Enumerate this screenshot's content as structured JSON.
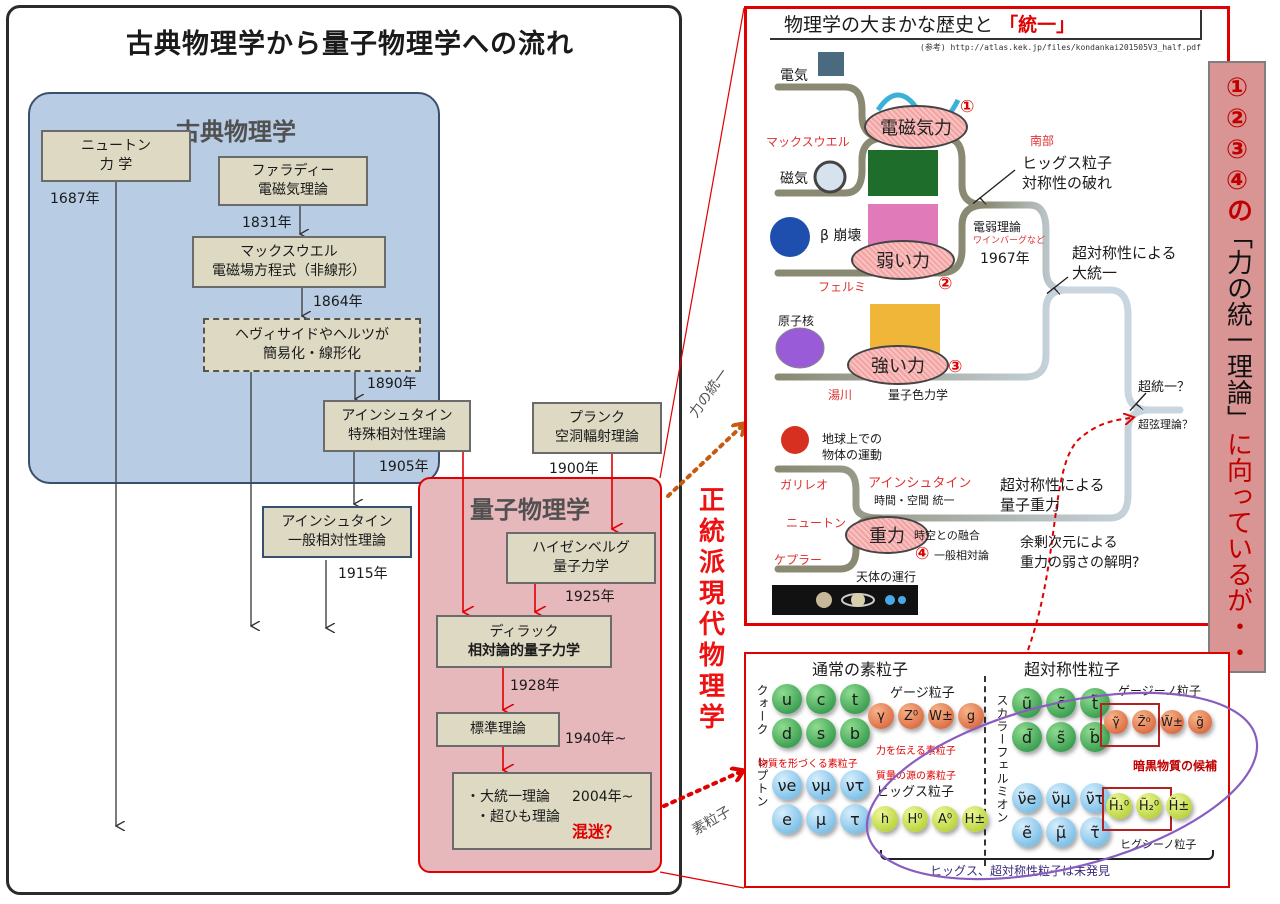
{
  "main_title": "古典物理学から量子物理学への流れ",
  "classical": {
    "title": "古典物理学",
    "boxes": {
      "newton": [
        "ニュートン",
        "力 学"
      ],
      "faraday": [
        "ファラディー",
        "電磁気理論"
      ],
      "maxwell": [
        "マックスウエル",
        "電磁場方程式（非線形）"
      ],
      "heaviside": [
        "ヘヴィサイドやヘルツが",
        "簡易化・線形化"
      ],
      "special_rel": [
        "アインシュタイン",
        "特殊相対性理論"
      ],
      "general_rel": [
        "アインシュタイン",
        "一般相対性理論"
      ],
      "planck": [
        "プランク",
        "空洞輻射理論"
      ]
    },
    "years": {
      "newton": "1687年",
      "faraday": "1831年",
      "maxwell": "1864年",
      "heaviside": "1890年",
      "special_rel": "1905年",
      "general_rel": "1915年",
      "planck": "1900年"
    }
  },
  "quantum": {
    "title": "量子物理学",
    "boxes": {
      "heisenberg": [
        "ハイゼンベルグ",
        "量子力学"
      ],
      "dirac": [
        "ディラック",
        "相対論的量子力学"
      ],
      "standard": "標準理論",
      "gut": [
        "・大統一理論",
        "・超ひも理論"
      ]
    },
    "years": {
      "heisenberg": "1925年",
      "dirac": "1928年",
      "standard": "1940年~",
      "gut": "2004年~"
    },
    "confusion": "混迷？"
  },
  "vertical_label": "正統派現代物理学",
  "arrow_labels": {
    "force_unification": "力の統一",
    "elementary_particles": "素粒子"
  },
  "history": {
    "title_prefix": "物理学の大まかな歴史と",
    "title_highlight": "「統一」",
    "reference": "(参考) http://atlas.kek.jp/files/kondankai201505V3_half.pdf",
    "labels": {
      "electricity": "電気",
      "magnetism": "磁気",
      "maxwell": "マックスウエル",
      "em_force": "電磁気力",
      "nambu": "南部",
      "higgs": "ヒッグス粒子",
      "symmetry_breaking": "対称性の破れ",
      "beta_decay": "β 崩壊",
      "weak_force": "弱い力",
      "fermi": "フェルミ",
      "electroweak": "電弱理論",
      "weinberg": "ワインバーグなど",
      "year_1967": "1967年",
      "susy_gut_1": "超対称性による",
      "susy_gut_2": "大統一",
      "nucleus": "原子核",
      "strong_force": "強い力",
      "yukawa": "湯川",
      "qcd": "量子色力学",
      "super_unification": "超統一？",
      "superstring": "超弦理論？",
      "earth_motion_1": "地球上での",
      "earth_motion_2": "物体の運動",
      "galileo": "ガリレオ",
      "einstein": "アインシュタイン",
      "spacetime": "時間・空間  統一",
      "susy_qg_1": "超対称性による",
      "susy_qg_2": "量子重力",
      "newton": "ニュートン",
      "gravity": "重力",
      "fusion": "時空との融合",
      "general_rel": "一般相対論",
      "extra_dim_1": "余剰次元による",
      "extra_dim_2": "重力の弱さの解明?",
      "kepler": "ケプラー",
      "celestial": "天体の運行"
    },
    "markers": [
      "①",
      "②",
      "③",
      "④"
    ]
  },
  "side_banner": {
    "markers": [
      "①",
      "②",
      "③",
      "④"
    ],
    "part1": "の",
    "part2": "「力の統一理論」",
    "part3": "に向っているが・・"
  },
  "particles": {
    "normal_title": "通常の素粒子",
    "susy_title": "超対称性粒子",
    "quark_label": "クォーク",
    "lepton_label": "レプトン",
    "scalar_label": "スカラーフェルミオン",
    "quarks": [
      "u",
      "c",
      "t",
      "d",
      "s",
      "b"
    ],
    "leptons": [
      "νe",
      "νμ",
      "ντ",
      "e",
      "μ",
      "τ"
    ],
    "matter_label": "物質を形づくる素粒子",
    "gauge_title": "ゲージ粒子",
    "gauge": [
      "γ",
      "Z⁰",
      "W±",
      "g"
    ],
    "force_label": "力を伝える素粒子",
    "mass_label": "質量の源の素粒子",
    "higgs_title": "ヒッグス粒子",
    "higgs": [
      "h",
      "H⁰",
      "A⁰",
      "H±"
    ],
    "squarks": [
      "ũ",
      "c̃",
      "t̃",
      "d̃",
      "s̃",
      "b̃"
    ],
    "sleptons": [
      "ν̃e",
      "ν̃μ",
      "ν̃τ",
      "ẽ",
      "μ̃",
      "τ̃"
    ],
    "gaugino_title": "ゲージーノ粒子",
    "gauginos": [
      "γ̃",
      "Z̃⁰",
      "W̃±",
      "g̃"
    ],
    "dark_matter": "暗黒物質の候補",
    "higgsinos": [
      "H̃₁⁰",
      "H̃₂⁰",
      "H̃±"
    ],
    "higgsino_title": "ヒグシーノ粒子",
    "undiscovered": "ヒッグス、超対称性粒子は未発見"
  }
}
